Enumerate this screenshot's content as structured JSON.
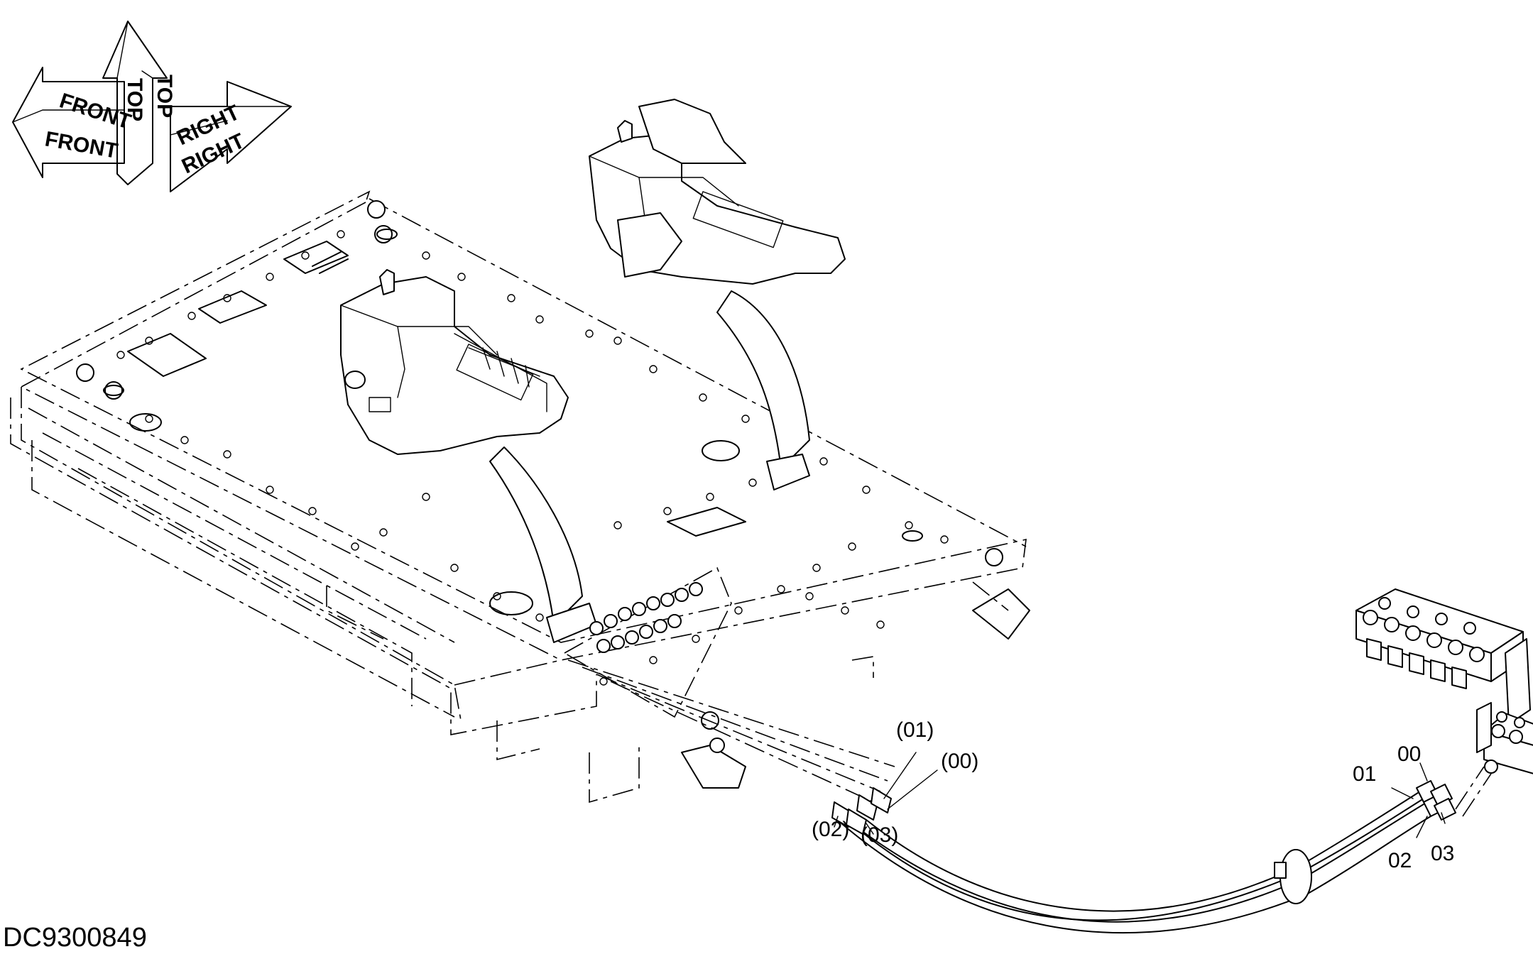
{
  "orientation": {
    "front_upper": "FRONT",
    "front_lower": "FRONT",
    "top_left": "TOP",
    "top_right": "TOP",
    "right_upper": "RIGHT",
    "right_lower": "RIGHT"
  },
  "labels": {
    "hose_01": "(01)",
    "hose_00": "(00)",
    "hose_02": "(02)",
    "hose_03": "(03)",
    "port_00": "00",
    "port_01": "01",
    "port_02": "02",
    "port_03": "03"
  },
  "drawing_code": "DC9300849"
}
